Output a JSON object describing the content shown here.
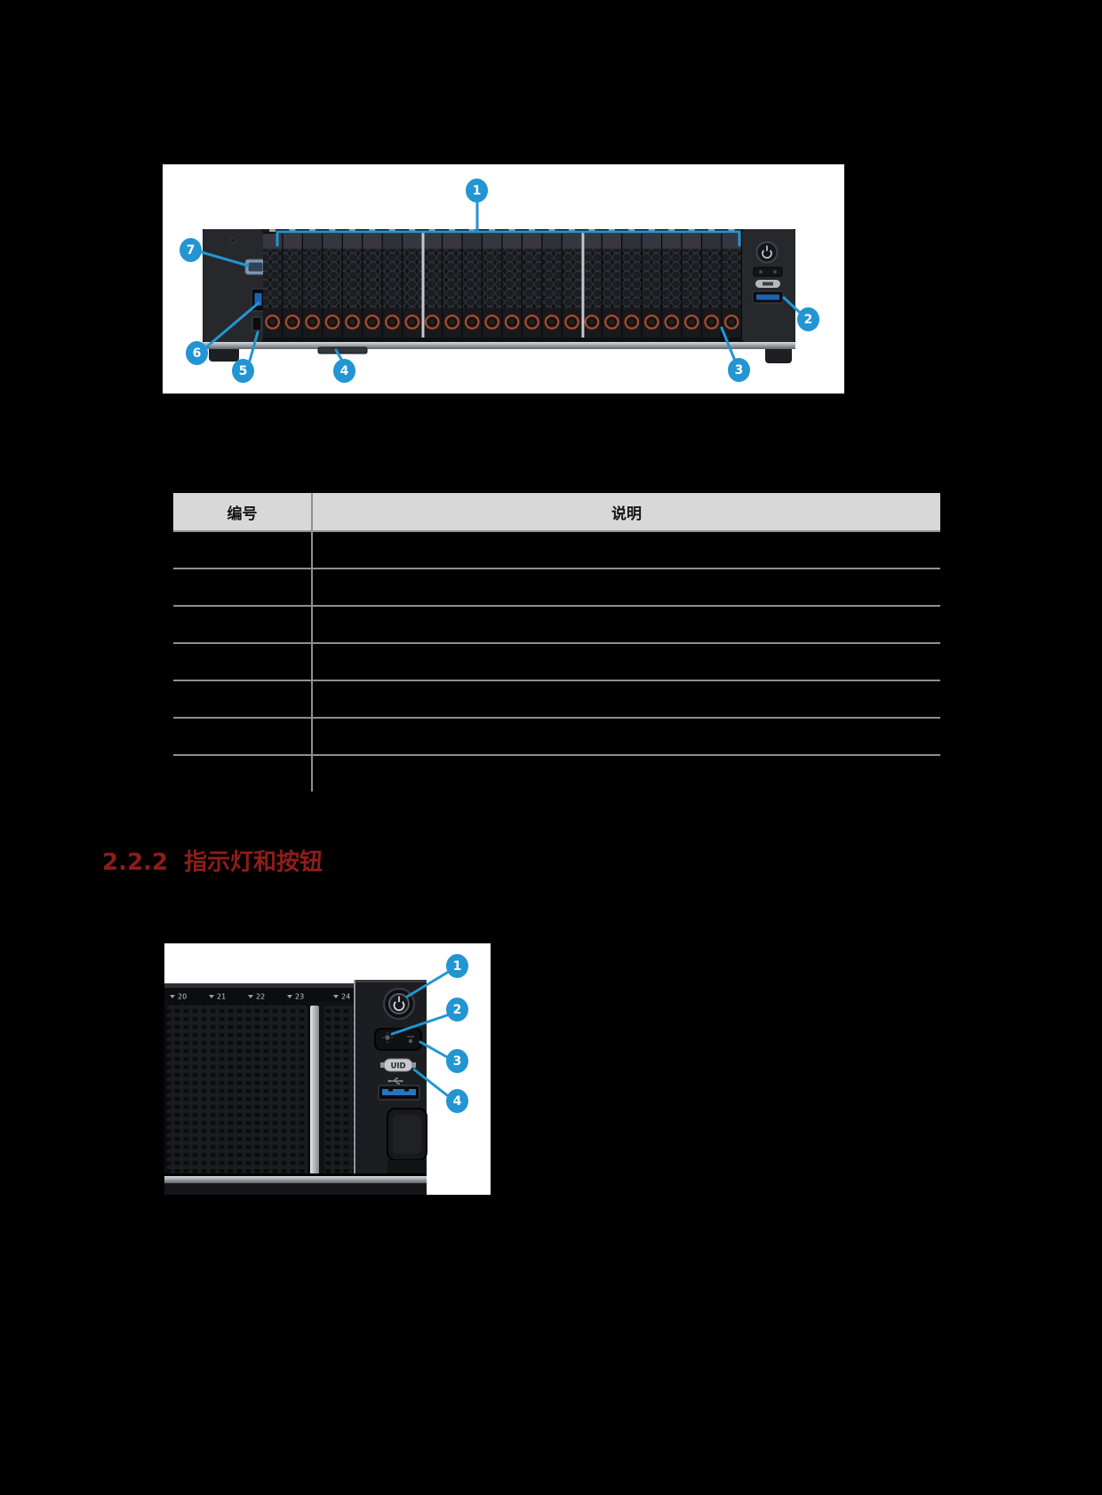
{
  "page": {
    "background": "#000000"
  },
  "heading": {
    "number": "2.2.2",
    "title": "指示灯和按钮"
  },
  "table": {
    "headers": [
      "编号",
      "说明"
    ],
    "rows": [
      {
        "num": "",
        "desc": ""
      },
      {
        "num": "",
        "desc": ""
      },
      {
        "num": "",
        "desc": ""
      },
      {
        "num": "",
        "desc": ""
      },
      {
        "num": "",
        "desc": ""
      },
      {
        "num": "",
        "desc": ""
      },
      {
        "num": "",
        "desc": ""
      }
    ]
  },
  "figure_front": {
    "callouts": [
      "1",
      "2",
      "3",
      "4",
      "5",
      "6",
      "7"
    ]
  },
  "figure_panel": {
    "callouts": [
      "1",
      "2",
      "3",
      "4"
    ],
    "drive_numbers": [
      "20",
      "21",
      "22",
      "23",
      "24"
    ],
    "uid_label": "UID"
  },
  "colors": {
    "callout_blue": "#2295d2",
    "heading_red": "#8e1d1a",
    "table_header_bg": "#d8d8d8",
    "table_line": "#8f8f8f"
  }
}
